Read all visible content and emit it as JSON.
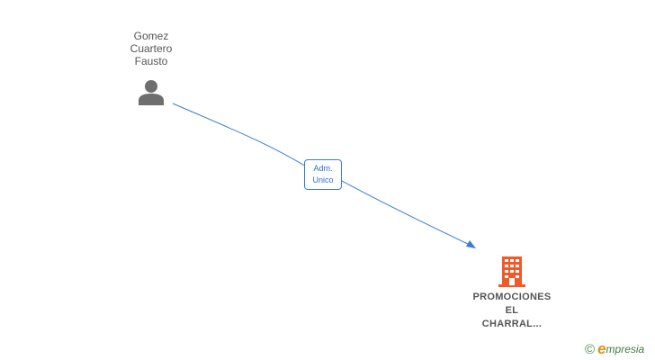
{
  "person": {
    "name_lines": [
      "Gomez",
      "Cuartero",
      "Fausto"
    ],
    "icon": "person-icon",
    "color": "#6e6e6e"
  },
  "relation": {
    "label_lines": [
      "Adm.",
      "Unico"
    ],
    "color": "#3a7bd5"
  },
  "company": {
    "name_lines": [
      "PROMOCIONES",
      "EL",
      "CHARRAL..."
    ],
    "icon": "building-icon",
    "color": "#f05a28"
  },
  "brand": {
    "copyright": "©",
    "initial": "e",
    "rest": "mpresia"
  }
}
